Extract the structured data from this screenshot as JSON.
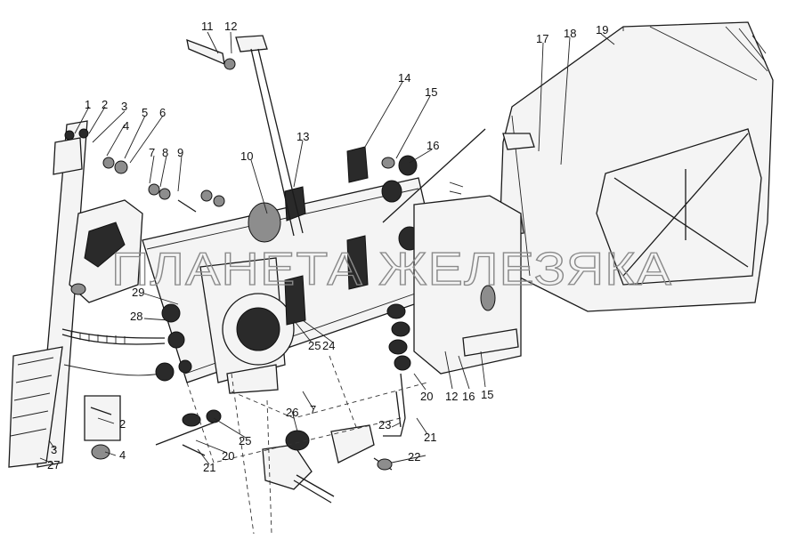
{
  "watermark": "ПЛАНЕТА ЖЕЛЕЗЯКА",
  "callouts": [
    "1",
    "2",
    "3",
    "4",
    "5",
    "6",
    "7",
    "8",
    "9",
    "10",
    "11",
    "12",
    "13",
    "14",
    "15",
    "16",
    "17",
    "18",
    "19",
    "25",
    "24",
    "20",
    "12",
    "16",
    "15",
    "28",
    "29",
    "2",
    "4",
    "3",
    "27",
    "26",
    "7",
    "23",
    "21",
    "25",
    "20",
    "21",
    "22"
  ]
}
